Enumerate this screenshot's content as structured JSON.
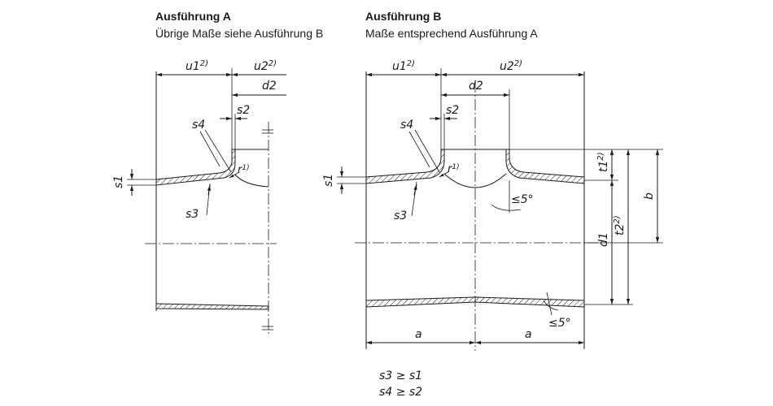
{
  "variant_a": {
    "title": "Ausführung A",
    "subtitle": "Übrige Maße siehe Ausführung B",
    "labels": {
      "u1": "u1",
      "u1_note": "2)",
      "u2": "u2",
      "u2_note": "2)",
      "d2": "d2",
      "s2": "s2",
      "s4": "s4",
      "s1": "s1",
      "s3": "s3",
      "r": "r",
      "r_note": "1)"
    }
  },
  "variant_b": {
    "title": "Ausführung B",
    "subtitle": "Maße entsprechend Ausführung A",
    "labels": {
      "u1": "u1",
      "u1_note": "2)",
      "u2": "u2",
      "u2_note": "2)",
      "d2": "d2",
      "s2": "s2",
      "s4": "s4",
      "s1": "s1",
      "s3": "s3",
      "r": "r",
      "r_note": "1)",
      "t1": "t1",
      "t1_note": "2)",
      "t2": "t2",
      "t2_note": "2)",
      "b": "b",
      "d1": "d1",
      "a_left": "a",
      "a_right": "a",
      "angle_top": "≤5°",
      "angle_bottom": "≤5°"
    }
  },
  "conditions": [
    "s3 ≥ s1",
    "s4 ≥ s2"
  ]
}
